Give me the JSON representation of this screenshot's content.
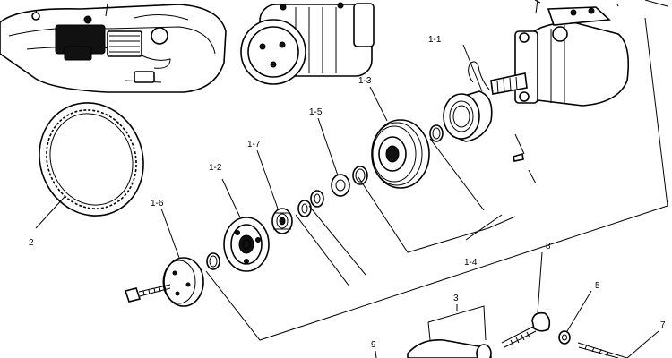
{
  "callouts": {
    "c1_1": "1-1",
    "c1_2": "1-2",
    "c1_3": "1-3",
    "c1_4": "1-4",
    "c1_5": "1-5",
    "c1_6": "1-6",
    "c1_7": "1-7",
    "c2": "2",
    "c3": "3",
    "c5": "5",
    "c7": "7",
    "c8": "8",
    "c9": "9"
  }
}
